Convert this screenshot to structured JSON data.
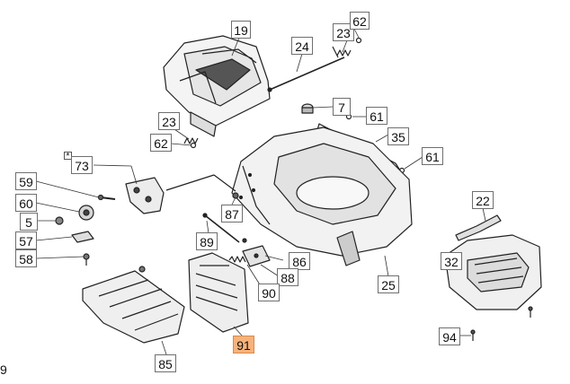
{
  "callouts": {
    "c19": "19",
    "c24": "24",
    "c23a": "23",
    "c62a": "62",
    "c23b": "23",
    "c62b": "62",
    "c7": "7",
    "c61a": "61",
    "c35": "35",
    "c61b": "61",
    "c73": "73",
    "c59": "59",
    "c60": "60",
    "c5": "5",
    "c57": "57",
    "c58": "58",
    "c87": "87",
    "c89": "89",
    "c86": "86",
    "c88": "88",
    "c90": "90",
    "c25": "25",
    "c22": "22",
    "c32": "32",
    "c94": "94",
    "c91": "91",
    "c85": "85",
    "edge": "9"
  },
  "marker": "*",
  "highlight_color": "#f7b27a"
}
